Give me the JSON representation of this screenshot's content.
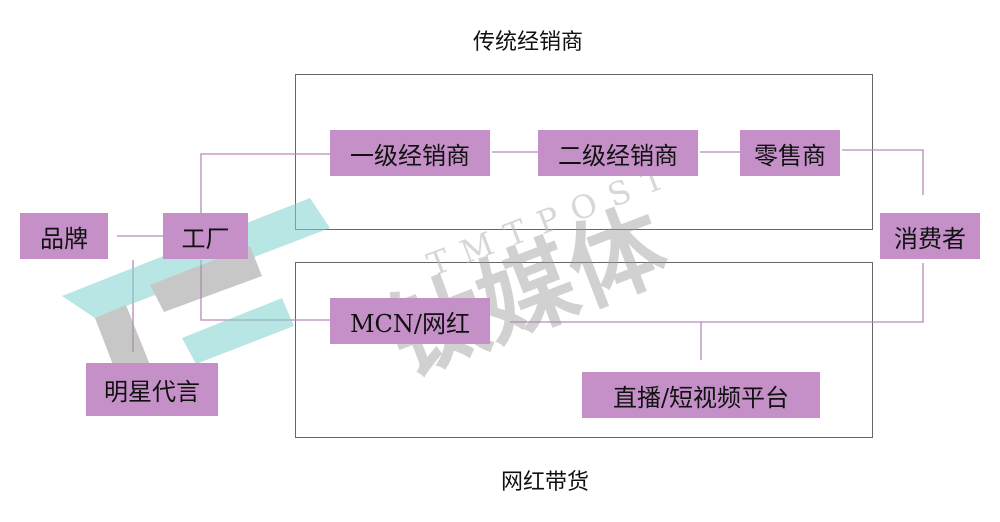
{
  "regions": {
    "traditional": "传统经销商",
    "influencer": "网红带货"
  },
  "nodes": {
    "brand": "品牌",
    "factory": "工厂",
    "celebrity": "明星代言",
    "distributor1": "一级经销商",
    "distributor2": "二级经销商",
    "retailer": "零售商",
    "consumer": "消费者",
    "mcn": "MCN/网红",
    "platform": "直播/短视频平台"
  },
  "watermark": {
    "latin": "TMTPOST",
    "cn": "钛媒体"
  },
  "colors": {
    "node_fill": "#c490c7",
    "connector": "#b78ab9",
    "frame": "#666666",
    "wm_teal": "#7fd3cf",
    "wm_gray": "#9a9a9a"
  }
}
